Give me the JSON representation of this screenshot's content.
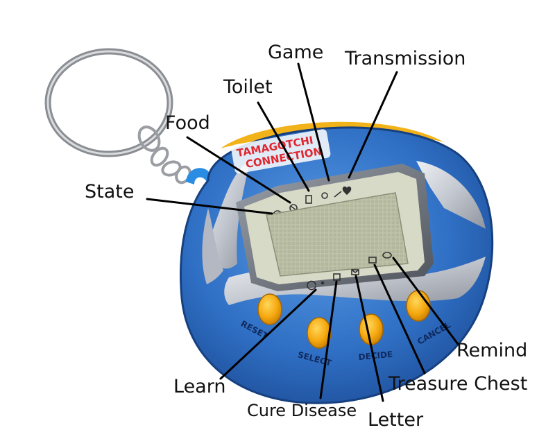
{
  "brand": {
    "line1": "TAMAGOTCHI",
    "line2": "CONNECTION"
  },
  "buttons": {
    "reset": "RESET",
    "select": "SELECT",
    "decide": "DECIDE",
    "cancel": "CANCEL"
  },
  "labels": {
    "game": "Game",
    "transmission": "Transmission",
    "toilet": "Toilet",
    "food": "Food",
    "state": "State",
    "remind": "Remind",
    "treasure_chest": "Treasure Chest",
    "learn": "Learn",
    "cure_disease": "Cure Disease",
    "letter": "Letter"
  },
  "colors": {
    "shell_blue": "#2f6fc4",
    "shell_silver": "#c9ccd3",
    "button_yellow": "#f5a80f",
    "screen_green": "#b9bfa6"
  }
}
